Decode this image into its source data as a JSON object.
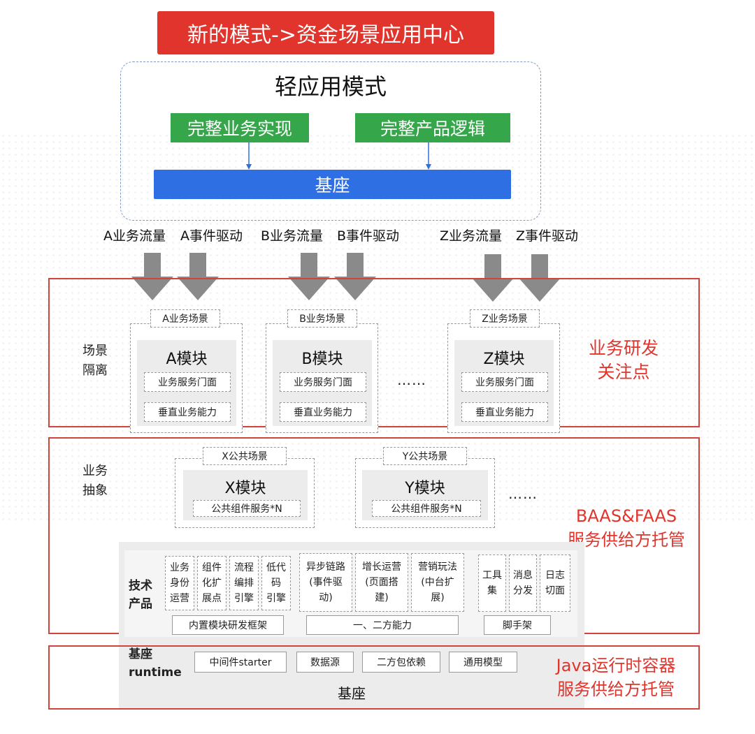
{
  "banner": "新的模式->资金场景应用中心",
  "light_app": {
    "title": "轻应用模式",
    "left_box": "完整业务实现",
    "right_box": "完整产品逻辑",
    "base": "基座"
  },
  "flows": [
    {
      "traffic": "A业务流量",
      "event": "A事件驱动"
    },
    {
      "traffic": "B业务流量",
      "event": "B事件驱动"
    },
    {
      "traffic": "Z业务流量",
      "event": "Z事件驱动"
    }
  ],
  "scene_layer": {
    "side_label_1": "场景",
    "side_label_2": "隔离",
    "right_label_1": "业务研发",
    "right_label_2": "关注点",
    "ellipsis": "……",
    "modules": [
      {
        "scene": "A业务场景",
        "title": "A模块",
        "item1": "业务服务门面",
        "item2": "垂直业务能力"
      },
      {
        "scene": "B业务场景",
        "title": "B模块",
        "item1": "业务服务门面",
        "item2": "垂直业务能力"
      },
      {
        "scene": "Z业务场景",
        "title": "Z模块",
        "item1": "业务服务门面",
        "item2": "垂直业务能力"
      }
    ]
  },
  "abstract_layer": {
    "side_label_1": "业务",
    "side_label_2": "抽象",
    "right_label_1": "BAAS&FAAS",
    "right_label_2": "服务供给方托管",
    "ellipsis": "……",
    "modules": [
      {
        "scene": "X公共场景",
        "title": "X模块",
        "item": "公共组件服务*N"
      },
      {
        "scene": "Y公共场景",
        "title": "Y模块",
        "item": "公共组件服务*N"
      }
    ],
    "tech": {
      "label_1": "技术",
      "label_2": "产品",
      "group1": [
        "业务\n身份\n运营",
        "组件\n化扩\n展点",
        "流程\n编排\n引擎",
        "低代\n码\n引擎"
      ],
      "group1_label": "内置模块研发框架",
      "group2": [
        "异步链路\n(事件驱\n动)",
        "增长运营\n(页面搭\n建)",
        "营销玩法\n(中台扩\n展)"
      ],
      "group2_label": "一、二方能力",
      "group3": [
        "工具\n集",
        "消息\n分发",
        "日志\n切面"
      ],
      "group3_label": "脚手架"
    }
  },
  "runtime_layer": {
    "label_1": "基座",
    "label_2": "runtime",
    "items": [
      "中间件starter",
      "数据源",
      "二方包依赖",
      "通用模型"
    ],
    "base": "基座",
    "right_label_1": "Java运行时容器",
    "right_label_2": "服务供给方托管"
  },
  "colors": {
    "accent_red": "#e0342c",
    "green": "#35a64a",
    "blue": "#2f6fe4"
  }
}
